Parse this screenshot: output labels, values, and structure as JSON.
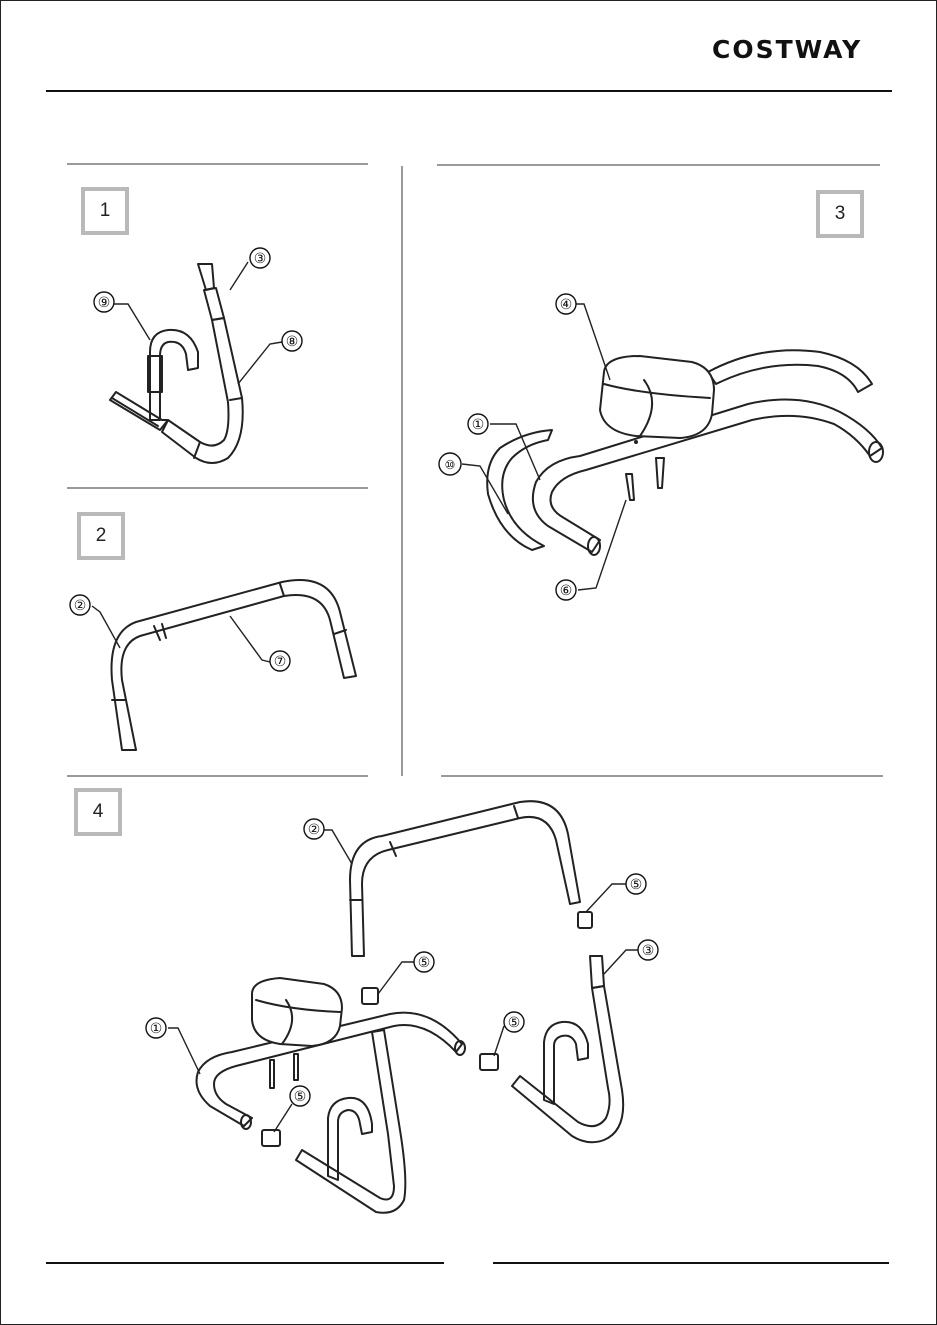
{
  "brand": "COSTWAY",
  "steps": {
    "s1": "1",
    "s2": "2",
    "s3": "3",
    "s4": "4"
  },
  "callouts": {
    "step1": [
      "③",
      "⑨",
      "⑧"
    ],
    "step2": [
      "②",
      "⑦"
    ],
    "step3": [
      "④",
      "①",
      "⑩",
      "⑥"
    ],
    "step4": [
      "②",
      "⑤",
      "③",
      "⑤",
      "⑤",
      "①",
      "⑤"
    ]
  }
}
